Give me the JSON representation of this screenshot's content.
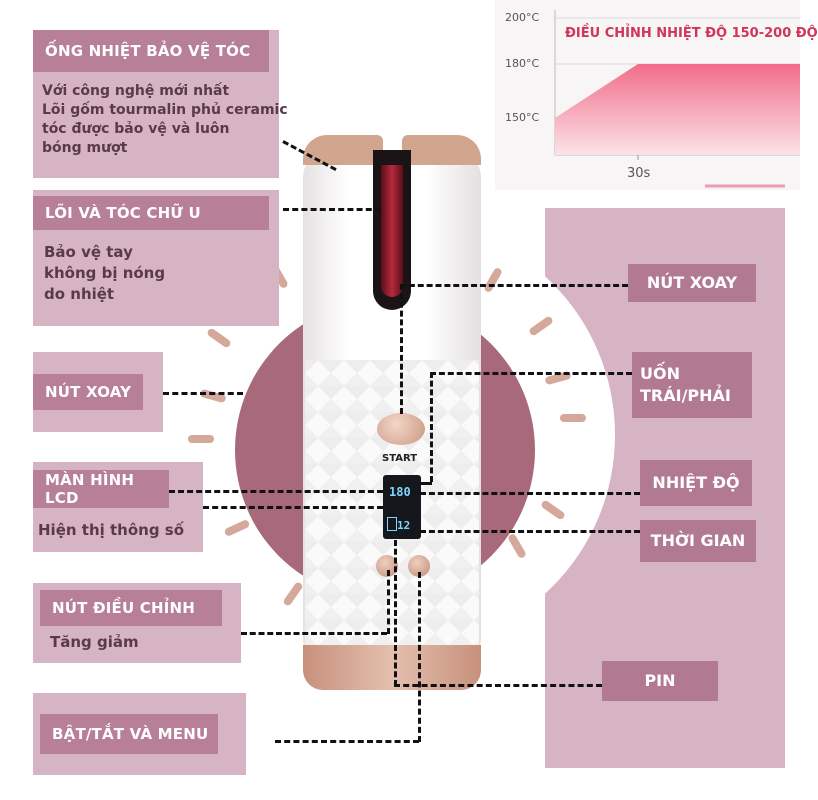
{
  "chart": {
    "title": "ĐIỀU CHỈNH NHIỆT ĐỘ 150-200 ĐỘ",
    "y_ticks": [
      "200°C",
      "180°C",
      "150°C"
    ],
    "x_tick": "30s"
  },
  "left": {
    "tube": {
      "title": "ỐNG NHIỆT BẢO VỆ TÓC",
      "lines": [
        "Với công nghệ mới nhất",
        "Lõi gốm tourmalin phủ ceramic",
        "tóc  được bảo vệ và luôn",
        "bóng mượt"
      ]
    },
    "core": {
      "title": "LÕI VÀ TÓC CHỮ U",
      "lines": [
        "Bảo vệ tay",
        "không bị nóng",
        "do nhiệt"
      ]
    },
    "rotate": {
      "title": "NÚT XOAY"
    },
    "lcd": {
      "title": "MÀN HÌNH LCD",
      "desc": "Hiện thị thông số"
    },
    "adjust": {
      "title": "NÚT ĐIỀU CHỈNH",
      "desc": "Tăng giảm"
    },
    "power": {
      "title": "BẬT/TẮT VÀ MENU"
    }
  },
  "right": {
    "rotate": "NÚT XOAY",
    "direction": [
      "UỐN",
      "TRÁI/PHẢI"
    ],
    "temperature": "NHIỆT ĐỘ",
    "time": "THỜI GIAN",
    "battery": "PIN"
  },
  "device": {
    "start_label": "START",
    "lcd_temp": "180",
    "lcd_time": "12"
  },
  "colors": {
    "panel": "#d6b4c4",
    "label": "#b87f98",
    "accent_red": "#8e1b2c",
    "rose_gold": "#d2a58f"
  }
}
